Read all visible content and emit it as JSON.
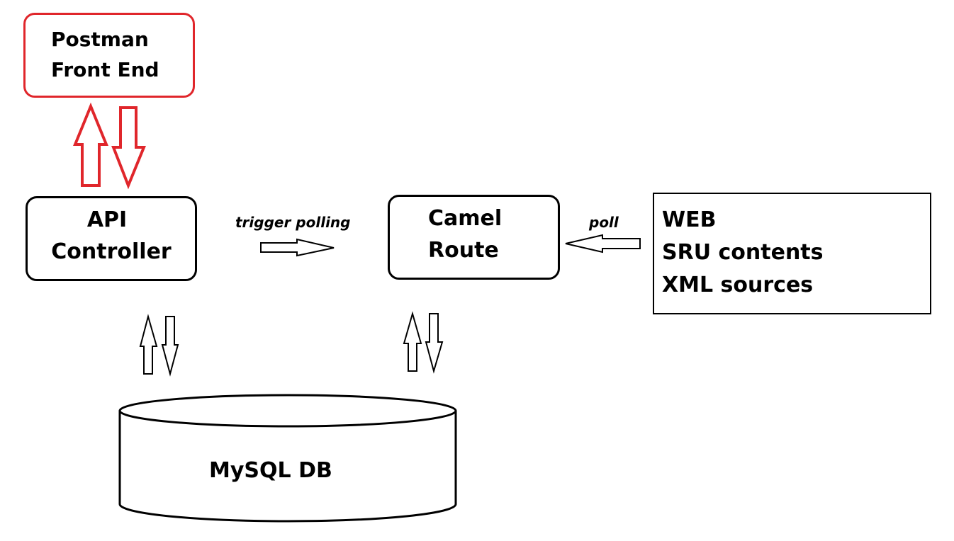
{
  "nodes": {
    "postman": {
      "lines": [
        "Postman",
        "Front End"
      ]
    },
    "api": {
      "lines": [
        "API",
        "Controller"
      ]
    },
    "camel": {
      "lines": [
        "Camel",
        "Route"
      ]
    },
    "sources": {
      "lines": [
        "WEB",
        "SRU contents",
        "XML sources"
      ]
    },
    "db": {
      "label": "MySQL DB"
    }
  },
  "edges": {
    "trigger": "trigger polling",
    "poll": "poll"
  },
  "colors": {
    "highlight": "#e0262b",
    "stroke": "#000000",
    "background": "#ffffff"
  }
}
